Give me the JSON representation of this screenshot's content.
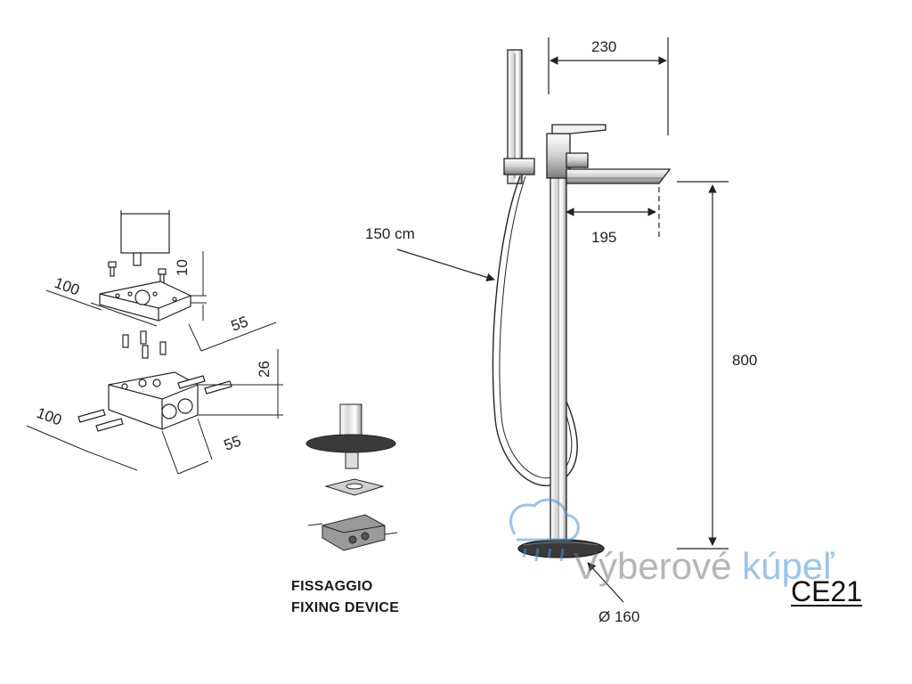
{
  "dimensions": {
    "spout_reach_total": "230",
    "spout_reach": "195",
    "hose_length": "150 cm",
    "height": "800",
    "base_diameter": "Ø 160",
    "plate_width": "100",
    "plate_depth": "55",
    "plate_thickness": "10",
    "block_width": "100",
    "block_depth": "55",
    "block_height": "26"
  },
  "fixing_device": {
    "label_it": "FISSAGGIO",
    "label_en": "FIXING DEVICE"
  },
  "model_code": "CE21",
  "watermark": {
    "text_main": "Výberové ",
    "text_accent": "kúpeľ"
  },
  "colors": {
    "line": "#222222",
    "chrome_dark": "#3a3a3a",
    "watermark_blue": "#4696dc"
  }
}
